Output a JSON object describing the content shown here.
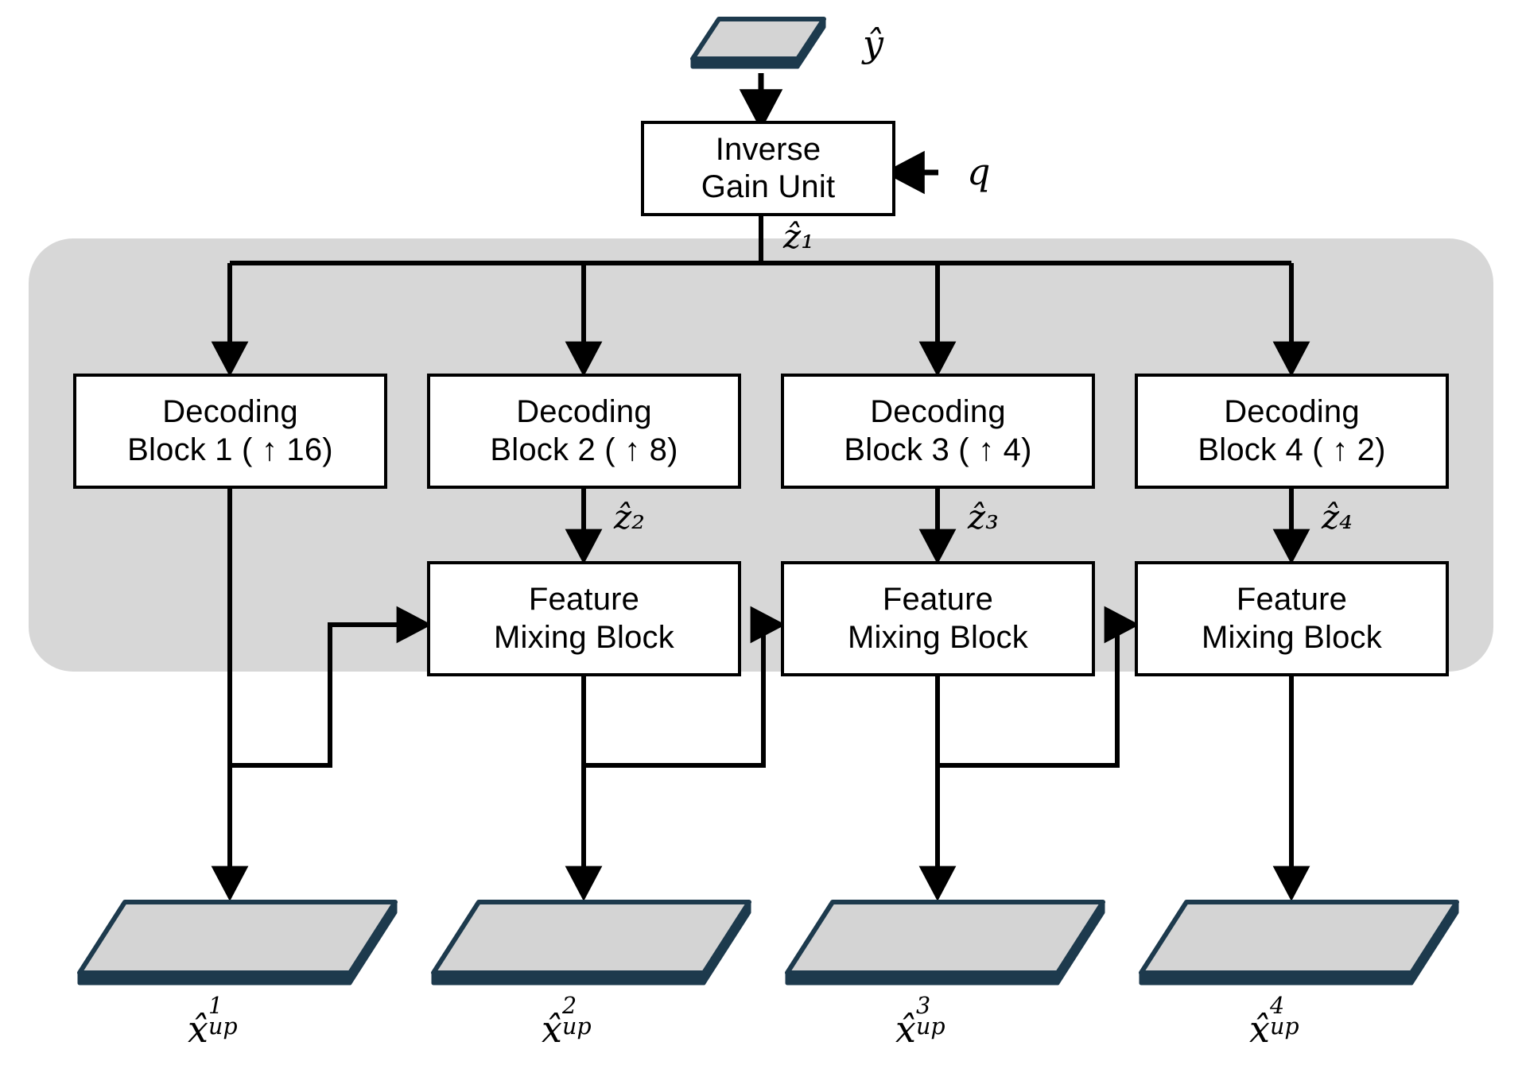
{
  "diagram": {
    "title": "Decoder architecture with inverse gain unit, decoding blocks and feature mixing blocks",
    "colors": {
      "panel_gray": "#d7d7d7",
      "plate_fill": "#d4d4d4",
      "plate_edge": "#1d3a4d",
      "stroke": "#000000",
      "box_fill": "#ffffff"
    },
    "input": {
      "plate_label": "ŷ"
    },
    "inverse_gain_unit": {
      "line1": "Inverse",
      "line2": "Gain Unit",
      "side_input_label": "q",
      "output_label": "ẑ₁"
    },
    "decoding_blocks": [
      {
        "line1": "Decoding",
        "line2": "Block 1 ( ↑ 16)",
        "index": 1,
        "upsample": 16,
        "output_label": ""
      },
      {
        "line1": "Decoding",
        "line2": "Block 2 ( ↑ 8)",
        "index": 2,
        "upsample": 8,
        "output_label": "ẑ₂"
      },
      {
        "line1": "Decoding",
        "line2": "Block 3 ( ↑ 4)",
        "index": 3,
        "upsample": 4,
        "output_label": "ẑ₃"
      },
      {
        "line1": "Decoding",
        "line2": "Block 4 ( ↑ 2)",
        "index": 4,
        "upsample": 2,
        "output_label": "ẑ₄"
      }
    ],
    "feature_mixing_blocks": [
      {
        "line1": "Feature",
        "line2": "Mixing Block"
      },
      {
        "line1": "Feature",
        "line2": "Mixing Block"
      },
      {
        "line1": "Feature",
        "line2": "Mixing Block"
      }
    ],
    "outputs": [
      {
        "base": "x",
        "sup": "1",
        "sub": "up",
        "label": "x̂¹up"
      },
      {
        "base": "x",
        "sup": "2",
        "sub": "up",
        "label": "x̂²up"
      },
      {
        "base": "x",
        "sup": "3",
        "sub": "up",
        "label": "x̂³up"
      },
      {
        "base": "x",
        "sup": "4",
        "sub": "up",
        "label": "x̂⁴up"
      }
    ]
  }
}
